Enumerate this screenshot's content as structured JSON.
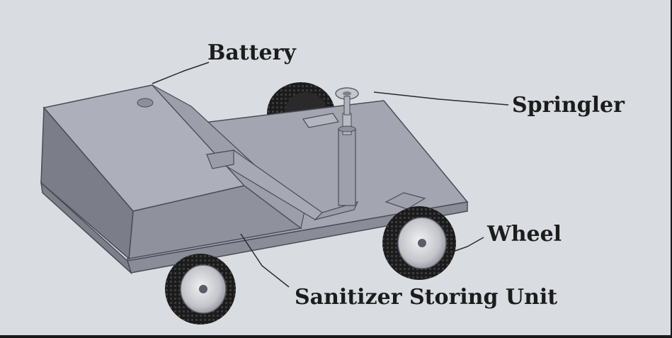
{
  "diagram": {
    "labels": {
      "battery": "Battery",
      "sprinkler": "Springler",
      "wheel": "Wheel",
      "storage": "Sanitizer Storing Unit"
    },
    "colors": {
      "background": "#d9dde2",
      "body_top": "#a9acb7",
      "body_front": "#8e909c",
      "body_side": "#7c7e8a",
      "tire": "#1b1b1b",
      "hub": "#cfcfd4",
      "label": "#1c1c1c"
    }
  }
}
